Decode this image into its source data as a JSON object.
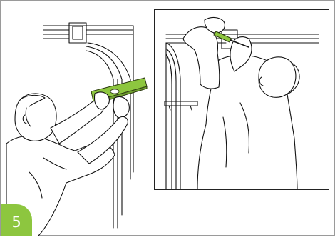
{
  "step": {
    "number": "5",
    "color": "#8dc63f"
  },
  "illustrations": [
    {
      "depicts": "man-holding-level-on-arch"
    },
    {
      "depicts": "man-using-screwdriver-on-arch"
    }
  ]
}
